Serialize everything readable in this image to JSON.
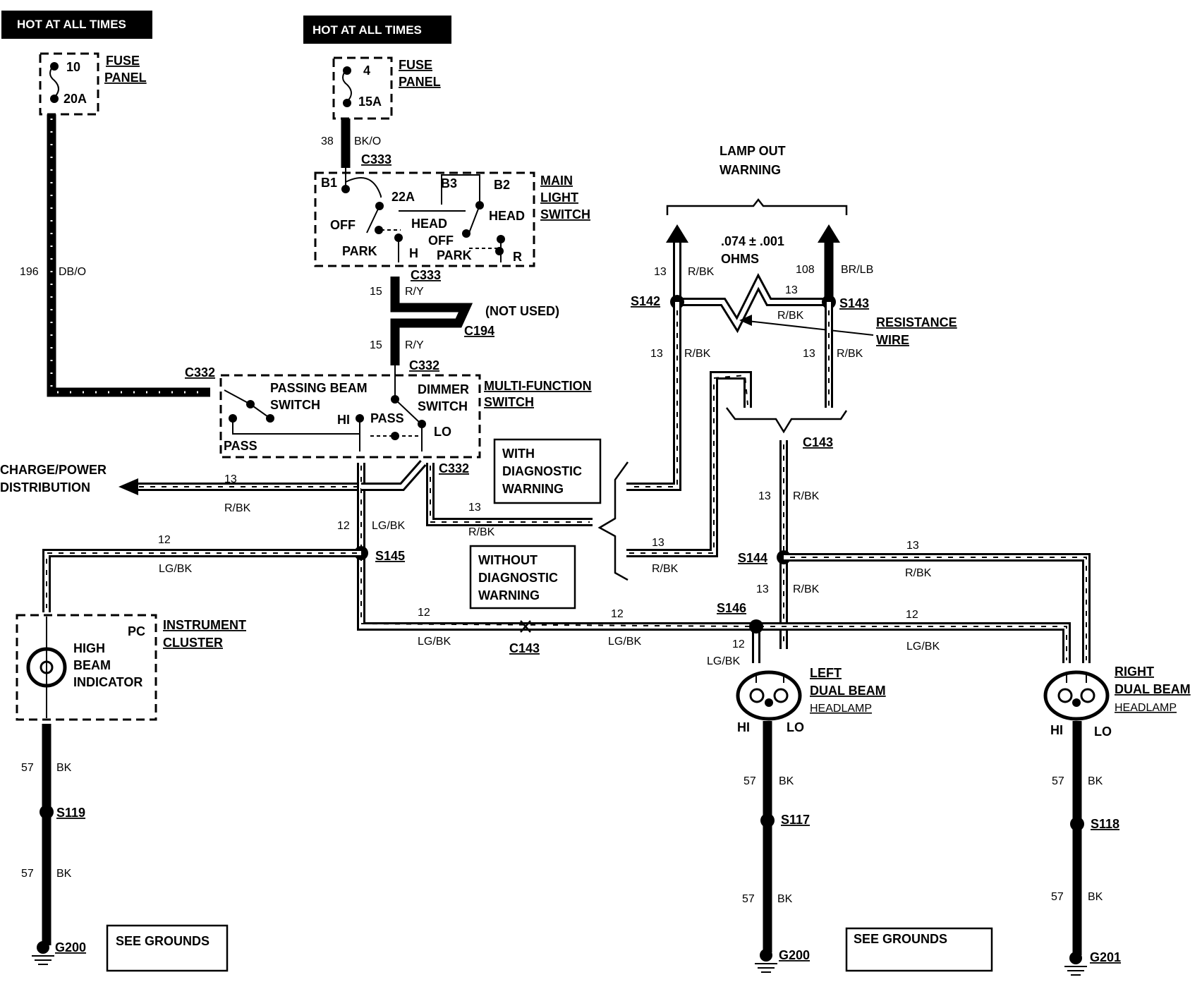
{
  "power": [
    {
      "label": "HOT AT ALL TIMES"
    },
    {
      "label": "HOT AT ALL TIMES"
    }
  ],
  "fuses": [
    {
      "number": "10",
      "rating": "20A",
      "panel": [
        "FUSE",
        "PANEL"
      ]
    },
    {
      "number": "4",
      "rating": "15A",
      "panel": [
        "FUSE",
        "PANEL"
      ]
    }
  ],
  "main_light_switch": {
    "title": [
      "MAIN",
      "LIGHT",
      "SWITCH"
    ],
    "terminals": [
      "B1",
      "B3",
      "B2",
      "22A",
      "H",
      "R"
    ],
    "positions": [
      "OFF",
      "HEAD",
      "PARK",
      "OFF",
      "PARK",
      "HEAD"
    ]
  },
  "multifunction_switch": {
    "title": [
      "MULTI-FUNCTION",
      "SWITCH"
    ],
    "passing_beam": [
      "PASSING BEAM",
      "SWITCH"
    ],
    "dimmer": [
      "DIMMER",
      "SWITCH"
    ],
    "positions": [
      "HI",
      "PASS",
      "LO",
      "PASS"
    ]
  },
  "lamp_out": {
    "title": [
      "LAMP OUT",
      "WARNING"
    ],
    "resistance": [
      ".074 ± .001",
      "OHMS"
    ],
    "resistance_wire": [
      "RESISTANCE",
      "WIRE"
    ]
  },
  "notes": {
    "not_used": "(NOT USED)",
    "charge": [
      "CHARGE/POWER",
      "DISTRIBUTION"
    ],
    "with_diag": [
      "WITH",
      "DIAGNOSTIC",
      "WARNING"
    ],
    "without_diag": [
      "WITHOUT",
      "DIAGNOSTIC",
      "WARNING"
    ],
    "see_grounds": "SEE GROUNDS"
  },
  "instrument_cluster": {
    "title": [
      "INSTRUMENT",
      "CLUSTER"
    ],
    "pc": "PC",
    "indicator": [
      "HIGH",
      "BEAM",
      "INDICATOR"
    ]
  },
  "headlamps": {
    "left": [
      "LEFT",
      "DUAL BEAM",
      "HEADLAMP"
    ],
    "right": [
      "RIGHT",
      "DUAL BEAM",
      "HEADLAMP"
    ],
    "hi": "HI",
    "lo": "LO"
  },
  "connectors": [
    "C333",
    "C333",
    "C194",
    "C332",
    "C332",
    "C332",
    "C143",
    "C143"
  ],
  "splices": [
    "S142",
    "S143",
    "S145",
    "S144",
    "S146",
    "S119",
    "S117",
    "S118"
  ],
  "grounds": [
    "G200",
    "G200",
    "G201"
  ],
  "wires": {
    "w38": {
      "num": "38",
      "color": "BK/O"
    },
    "w196": {
      "num": "196",
      "color": "DB/O"
    },
    "w15a": {
      "num": "15",
      "color": "R/Y"
    },
    "w15b": {
      "num": "15",
      "color": "R/Y"
    },
    "w13_charge": {
      "num": "13",
      "color": "R/BK"
    },
    "w12_mf": {
      "num": "12",
      "color": "LG/BK"
    },
    "w13_diag": {
      "num": "13",
      "color": "R/BK"
    },
    "w13_diag2": {
      "num": "13",
      "color": "R/BK"
    },
    "w12_cluster": {
      "num": "12",
      "color": "LG/BK"
    },
    "w12_c143a": {
      "num": "12",
      "color": "LG/BK"
    },
    "w12_c143b": {
      "num": "12",
      "color": "LG/BK"
    },
    "w13_s142up": {
      "num": "13",
      "color": "R/BK"
    },
    "w108": {
      "num": "108",
      "color": "BR/LB"
    },
    "w13_res": {
      "num": "13",
      "color": "R/BK"
    },
    "w13_s142dn": {
      "num": "13",
      "color": "R/BK"
    },
    "w13_s143dn": {
      "num": "13",
      "color": "R/BK"
    },
    "w13_c143": {
      "num": "13",
      "color": "R/BK"
    },
    "w13_right": {
      "num": "13",
      "color": "R/BK"
    },
    "w13_s144dn": {
      "num": "13",
      "color": "R/BK"
    },
    "w12_right": {
      "num": "12",
      "color": "LG/BK"
    },
    "w12_left": {
      "num": "12",
      "color": "LG/BK"
    },
    "w57_cl1": {
      "num": "57",
      "color": "BK"
    },
    "w57_cl2": {
      "num": "57",
      "color": "BK"
    },
    "w57_l1": {
      "num": "57",
      "color": "BK"
    },
    "w57_l2": {
      "num": "57",
      "color": "BK"
    },
    "w57_r1": {
      "num": "57",
      "color": "BK"
    },
    "w57_r2": {
      "num": "57",
      "color": "BK"
    }
  }
}
